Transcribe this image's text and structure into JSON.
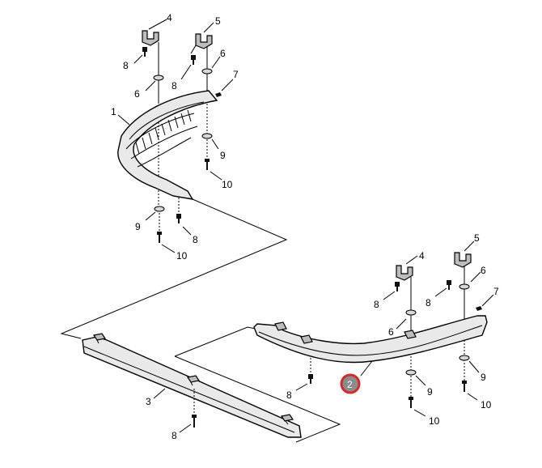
{
  "diagram": {
    "callouts": {
      "upper_4": "4",
      "upper_5": "5",
      "upper_8a": "8",
      "upper_6a": "6",
      "upper_8b": "8",
      "upper_6b": "6",
      "upper_7": "7",
      "upper_1": "1",
      "upper_9a": "9",
      "upper_10a": "10",
      "upper_9b": "9",
      "upper_8c": "8",
      "upper_10b": "10",
      "right_5": "5",
      "right_4": "4",
      "right_6a": "6",
      "right_7": "7",
      "right_8a": "8",
      "right_8b": "8",
      "right_6b": "6",
      "right_9a": "9",
      "right_9b": "9",
      "right_10a": "10",
      "right_10b": "10",
      "right_8c": "8",
      "right_2": "2",
      "lower_3": "3",
      "lower_8": "8"
    }
  }
}
